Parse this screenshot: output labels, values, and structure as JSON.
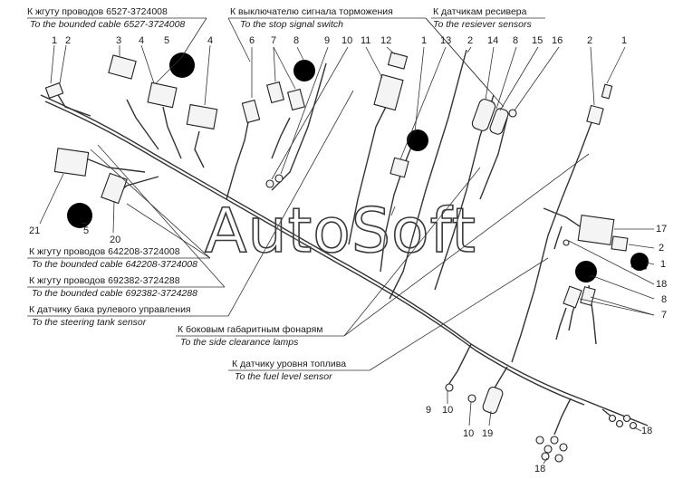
{
  "labels": {
    "cable_6527_ru": "К жгуту проводов 6527-3724008",
    "cable_6527_en": "To the bounded cable 6527-3724008",
    "stop_ru": "К выключателю сигнала торможения",
    "stop_en": "To the stop signal switch",
    "receiver_ru": "К датчикам ресивера",
    "receiver_en": "To the resiever sensors",
    "cable_642208_ru": "К жгуту проводов 642208-3724008",
    "cable_642208_en": "To the bounded cable 642208-3724008",
    "cable_692382_ru": "К жгуту проводов 692382-3724288",
    "cable_692382_en": "To the bounded cable 692382-3724288",
    "steering_ru": "К датчику бака рулевого управления",
    "steering_en": "To the steering tank sensor",
    "lamps_ru": "К боковым габаритным фонарям",
    "lamps_en": "To the side clearance lamps",
    "fuel_ru": "К датчику уровня топлива",
    "fuel_en": "To the fuel level sensor"
  },
  "callouts": [
    "1",
    "2",
    "3",
    "4",
    "5",
    "4",
    "6",
    "7",
    "8",
    "9",
    "10",
    "11",
    "12",
    "1",
    "13",
    "2",
    "14",
    "8",
    "15",
    "16",
    "2",
    "1",
    "21",
    "5",
    "20",
    "17",
    "2",
    "1",
    "18",
    "8",
    "7",
    "9",
    "10",
    "10",
    "19",
    "18",
    "18"
  ],
  "watermark": "AutoSoft"
}
